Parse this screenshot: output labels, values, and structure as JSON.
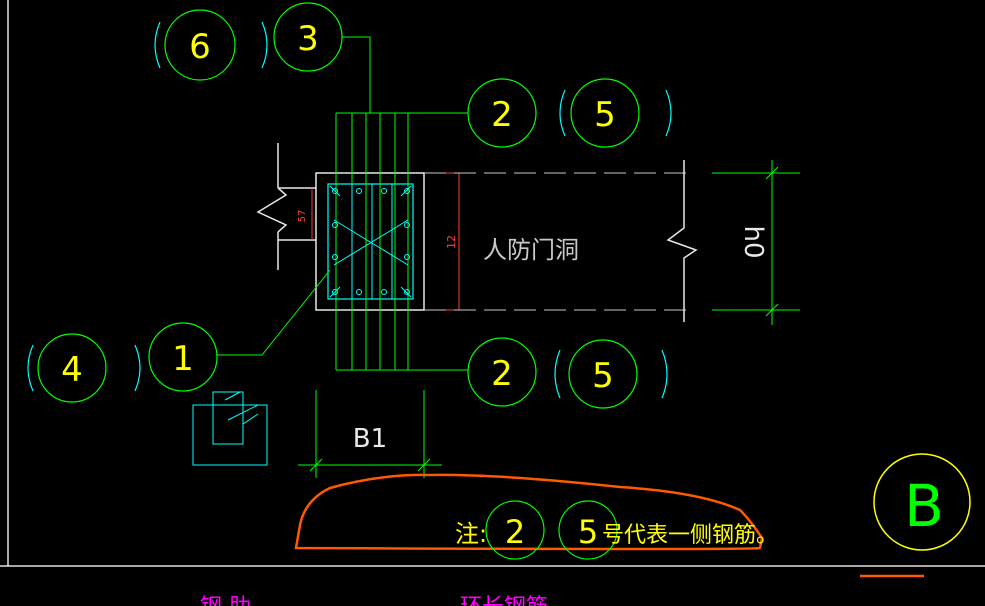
{
  "colors": {
    "background": "#000000",
    "green": "#00ff00",
    "yellow": "#ffff00",
    "cyan": "#00ffff",
    "white": "#ffffff",
    "orange": "#ff5a00",
    "magenta": "#ff00ff",
    "red": "#ff3b3b",
    "gray": "#c8c8c8"
  },
  "callouts": {
    "c6": "6",
    "c3": "3",
    "c2_top": "2",
    "c5_top": "5",
    "c4": "4",
    "c1": "1",
    "c2_bottom": "2",
    "c5_bottom": "5"
  },
  "labels": {
    "opening": "人防门洞",
    "height_dim": "h0",
    "width_dim": "B1",
    "dim_12": "12",
    "dim_57": "57",
    "grid_bubble": "B"
  },
  "note": {
    "prefix": "注:",
    "num_a": "2",
    "num_b": "5",
    "suffix": "号代表一侧钢筋。"
  },
  "footer": {
    "left_cut": "钢 肋",
    "mid_cut": "环长钢筋"
  }
}
